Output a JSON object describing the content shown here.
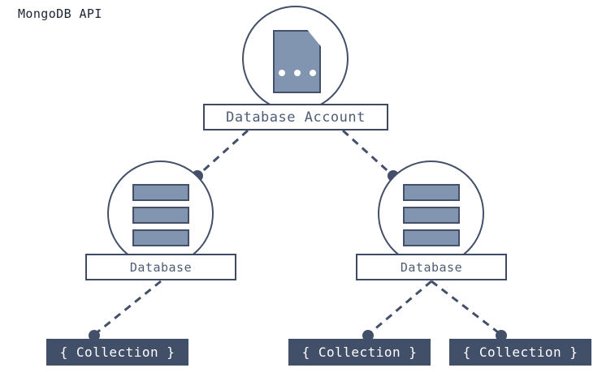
{
  "diagram": {
    "title": "MongoDB API",
    "background_color": "#ffffff",
    "stroke_color": "#445069",
    "accent_fill": "#8195b0",
    "collection_fill": "#414f69",
    "label_text_color": "#4e5c75"
  },
  "nodes": {
    "account": {
      "label": "Database Account",
      "icon": "document-icon",
      "dot_count": 3
    },
    "database_left": {
      "label": "Database",
      "icon": "database-stack-icon",
      "bar_count": 3
    },
    "database_right": {
      "label": "Database",
      "icon": "database-stack-icon",
      "bar_count": 3
    },
    "collection_1": {
      "label": "{ Collection }"
    },
    "collection_2": {
      "label": "{ Collection }"
    },
    "collection_3": {
      "label": "{ Collection }"
    }
  },
  "edges": [
    {
      "from": "account",
      "to": "database_left",
      "style": "dashed"
    },
    {
      "from": "account",
      "to": "database_right",
      "style": "dashed"
    },
    {
      "from": "database_left",
      "to": "collection_1",
      "style": "dashed"
    },
    {
      "from": "database_right",
      "to": "collection_2",
      "style": "dashed"
    },
    {
      "from": "database_right",
      "to": "collection_3",
      "style": "dashed"
    }
  ]
}
